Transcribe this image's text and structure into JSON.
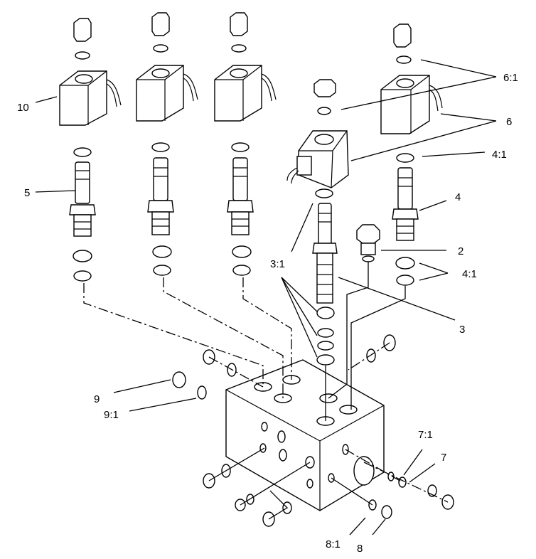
{
  "callouts": {
    "c10": "10",
    "c5": "5",
    "c6_1": "6:1",
    "c6": "6",
    "c4_1_top": "4:1",
    "c4": "4",
    "c2": "2",
    "c4_1_mid": "4:1",
    "c3_1": "3:1",
    "c3": "3",
    "c9": "9",
    "c9_1": "9:1",
    "c7_1": "7:1",
    "c7": "7",
    "c8_1": "8:1",
    "c8": "8"
  },
  "colors": {
    "line": "#000000",
    "background": "#ffffff"
  }
}
